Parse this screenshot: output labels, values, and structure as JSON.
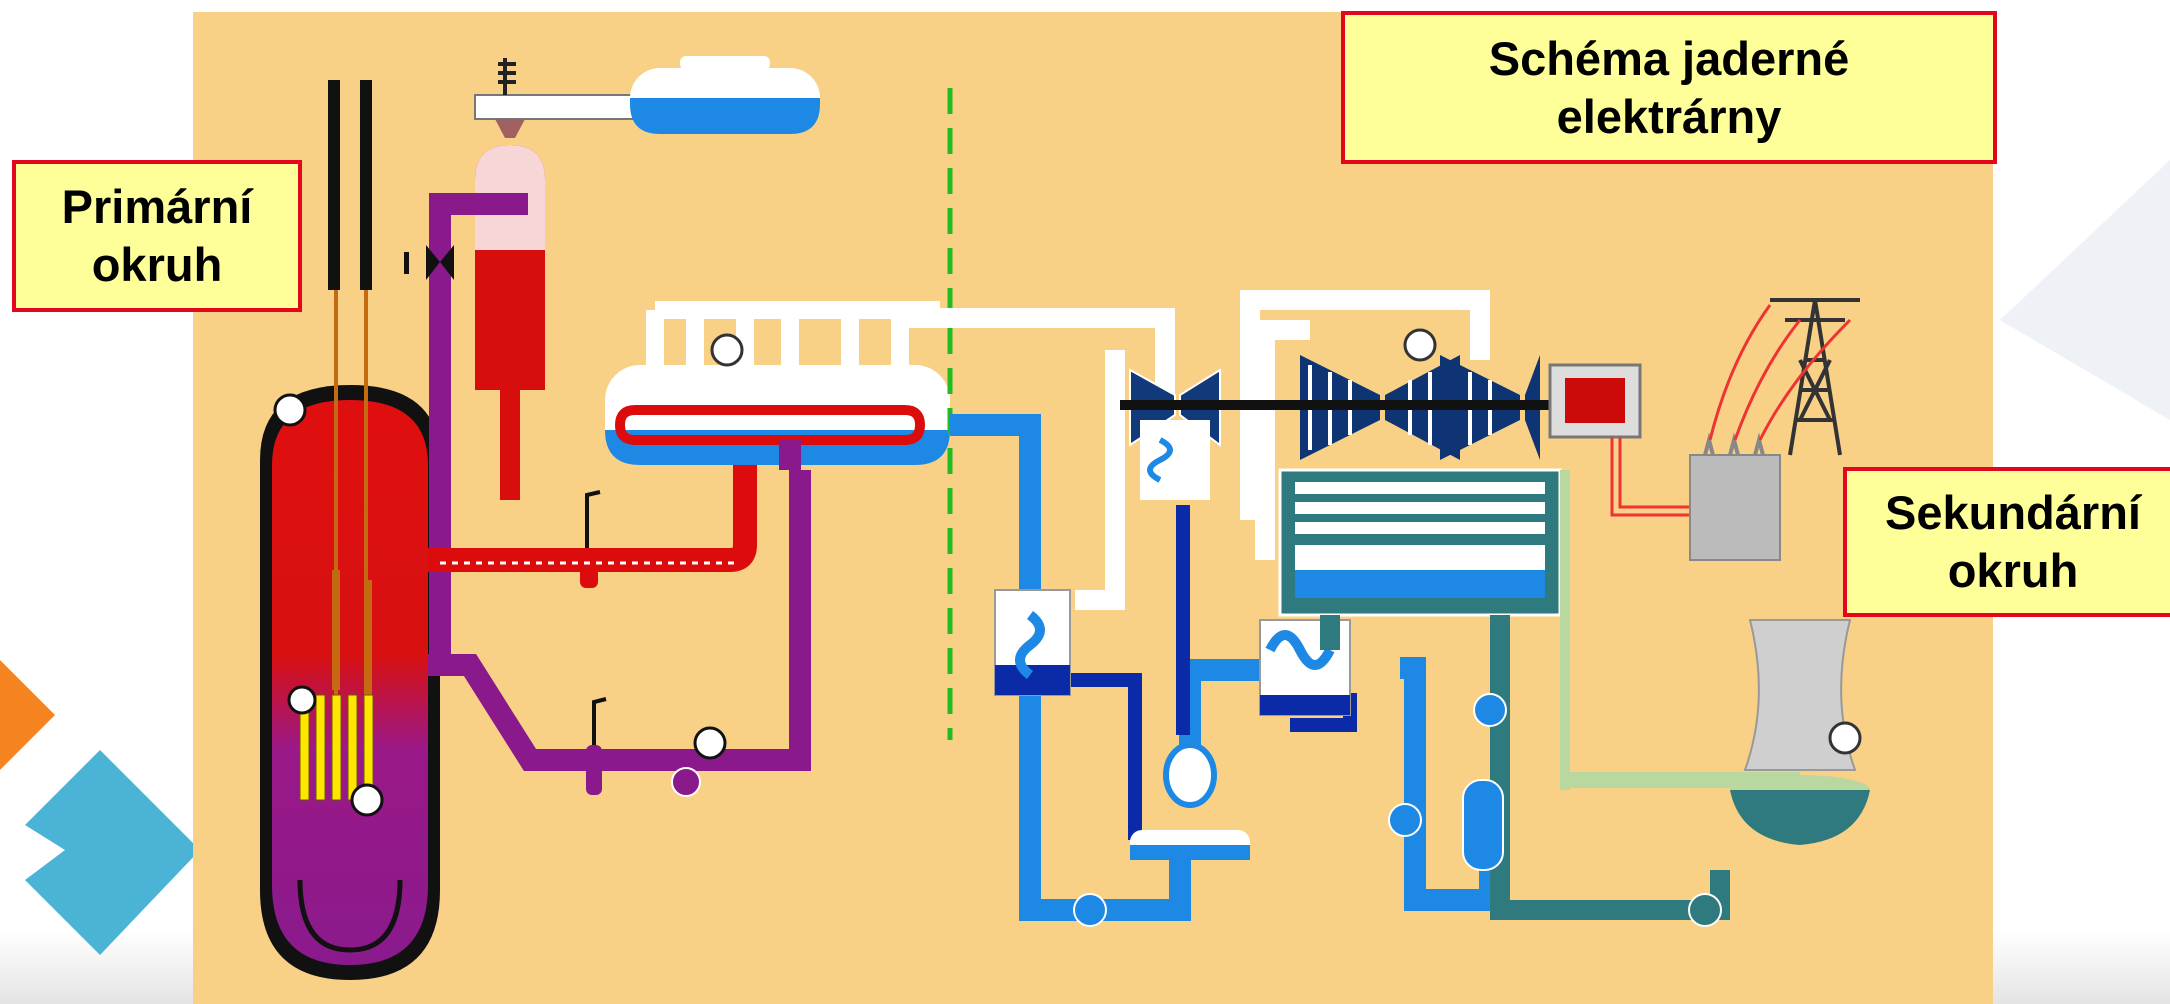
{
  "labels": {
    "title": "Schéma jaderné elektrárny",
    "primary": "Primární okruh",
    "secondary": "Sekundární okruh"
  },
  "colors": {
    "panel": "#f8d187",
    "primary_red": "#dd0c0c",
    "primary_purple": "#8a1a8c",
    "secondary_blue": "#1e88e5",
    "dark_blue": "#0a2aa8",
    "teal": "#2f7a7e",
    "label_fill": "#ffff99",
    "label_border": "#e3071b",
    "divider_green": "#22bb22",
    "deco_orange": "#f5831f",
    "deco_blue": "#4ab3d6"
  }
}
